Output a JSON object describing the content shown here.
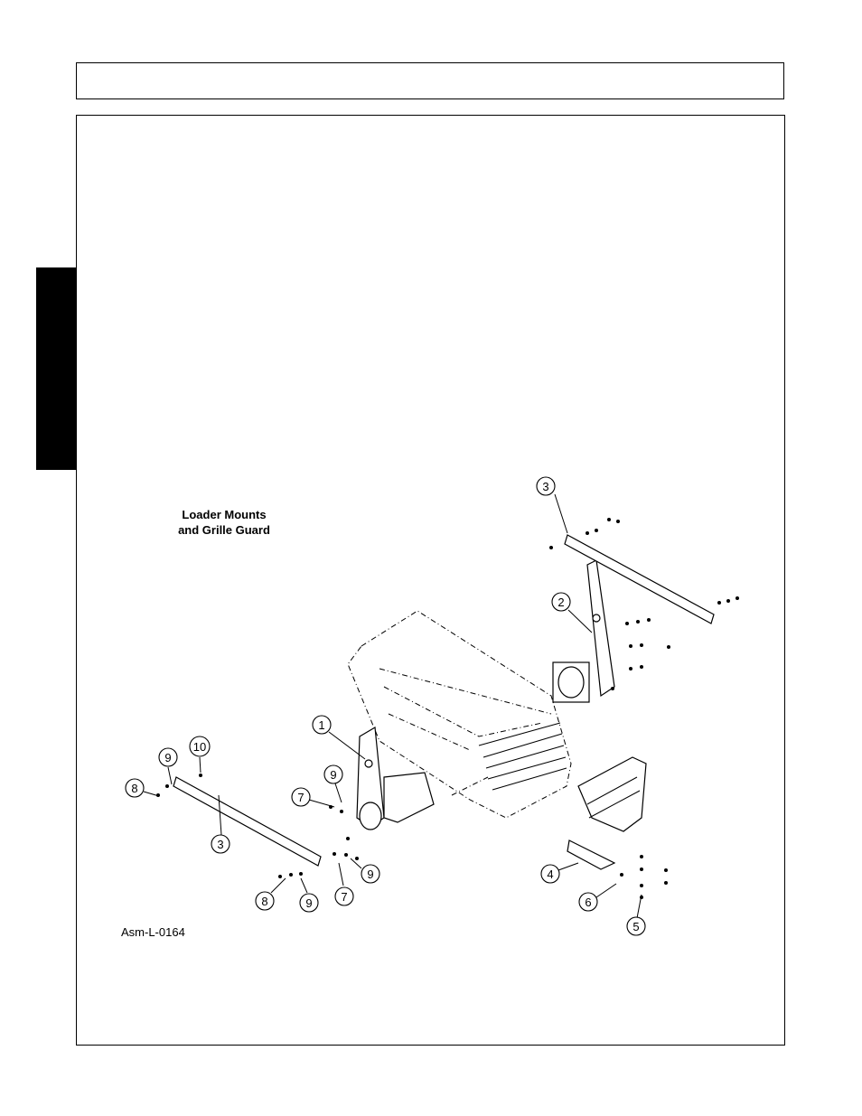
{
  "diagram": {
    "title_line1": "Loader Mounts",
    "title_line2": "and Grille Guard",
    "asm_id": "Asm-L-0164",
    "callouts": [
      "1",
      "2",
      "3",
      "3",
      "4",
      "5",
      "6",
      "7",
      "7",
      "8",
      "8",
      "9",
      "9",
      "9",
      "9",
      "10"
    ]
  }
}
